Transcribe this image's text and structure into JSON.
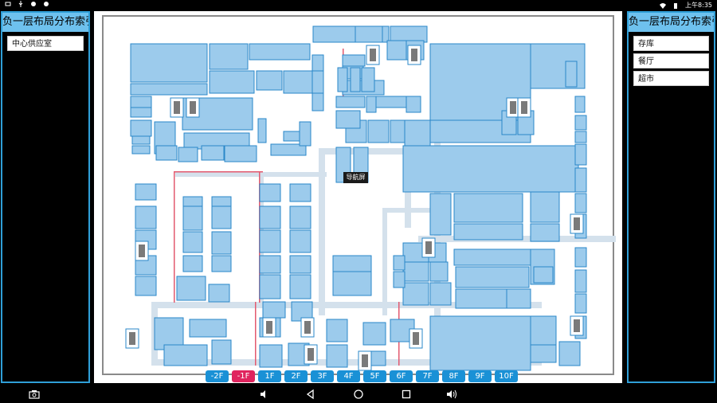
{
  "status": {
    "time": "上午8:35"
  },
  "left_panel": {
    "title": "负一层布局分布索引",
    "items": [
      {
        "label": "中心供应室"
      }
    ]
  },
  "right_panel": {
    "title": "负一层布局分布索引",
    "items": [
      {
        "label": "存库"
      },
      {
        "label": "餐厅"
      },
      {
        "label": "超市"
      }
    ]
  },
  "map": {
    "nav_label": "导航屏"
  },
  "floors": {
    "active": "-1F",
    "buttons": [
      {
        "label": "-2F"
      },
      {
        "label": "-1F"
      },
      {
        "label": "1F"
      },
      {
        "label": "2F"
      },
      {
        "label": "3F"
      },
      {
        "label": "4F"
      },
      {
        "label": "5F"
      },
      {
        "label": "6F"
      },
      {
        "label": "7F"
      },
      {
        "label": "8F"
      },
      {
        "label": "9F"
      },
      {
        "label": "10F"
      }
    ]
  },
  "colors": {
    "accent": "#2f9fd8",
    "room_fill": "#9ccbec",
    "room_stroke": "#2a87c8",
    "active_floor": "#e0245e",
    "corridor": "#d4e1ec"
  },
  "icons": [
    "wifi-icon",
    "clock-icon",
    "camera-icon",
    "volume-down-icon",
    "back-icon",
    "home-icon",
    "recents-icon",
    "volume-up-icon"
  ]
}
